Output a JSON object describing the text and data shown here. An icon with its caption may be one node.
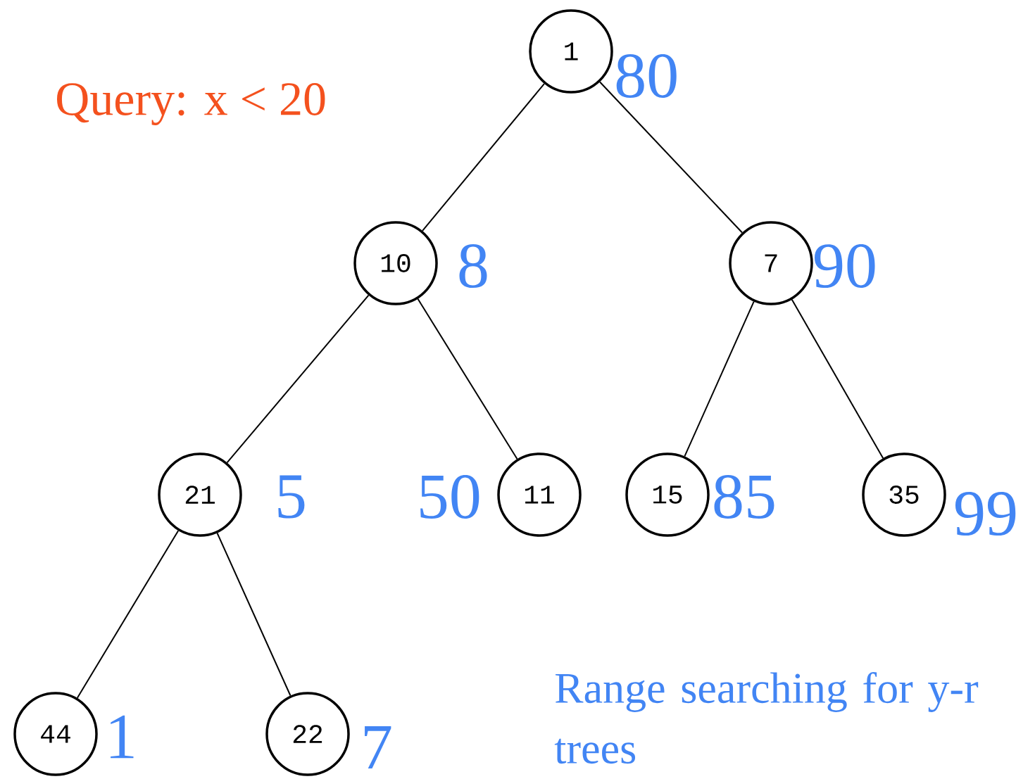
{
  "diagram": {
    "nodes": [
      {
        "text": [
          "1"
        ],
        "beside": [
          "80"
        ]
      },
      {
        "text": [
          "10"
        ],
        "beside": [
          "8"
        ]
      },
      {
        "text": [
          "7"
        ],
        "beside": [
          "90"
        ]
      },
      {
        "text": [
          "21"
        ],
        "beside": [
          "5"
        ]
      },
      {
        "text": [
          "11"
        ],
        "beside": [
          "50"
        ]
      },
      {
        "text": [
          "15"
        ],
        "beside": [
          "85"
        ]
      },
      {
        "text": [
          "35"
        ],
        "beside": [
          "99"
        ]
      },
      {
        "text": [
          "44"
        ],
        "beside": [
          "1"
        ]
      },
      {
        "text": [
          "22"
        ],
        "beside": [
          "7"
        ]
      }
    ],
    "edges": [
      {
        "from": 0,
        "to": 1,
        "arrow": "none"
      },
      {
        "from": 0,
        "to": 2,
        "arrow": "none"
      },
      {
        "from": 1,
        "to": 3,
        "arrow": "none"
      },
      {
        "from": 1,
        "to": 4,
        "arrow": "none"
      },
      {
        "from": 2,
        "to": 5,
        "arrow": "none"
      },
      {
        "from": 2,
        "to": 6,
        "arrow": "none"
      },
      {
        "from": 3,
        "to": 7,
        "arrow": "none"
      },
      {
        "from": 3,
        "to": 8,
        "arrow": "none"
      }
    ],
    "labels": [
      "Query: x < 20",
      "Range searching for y-r trees"
    ]
  }
}
